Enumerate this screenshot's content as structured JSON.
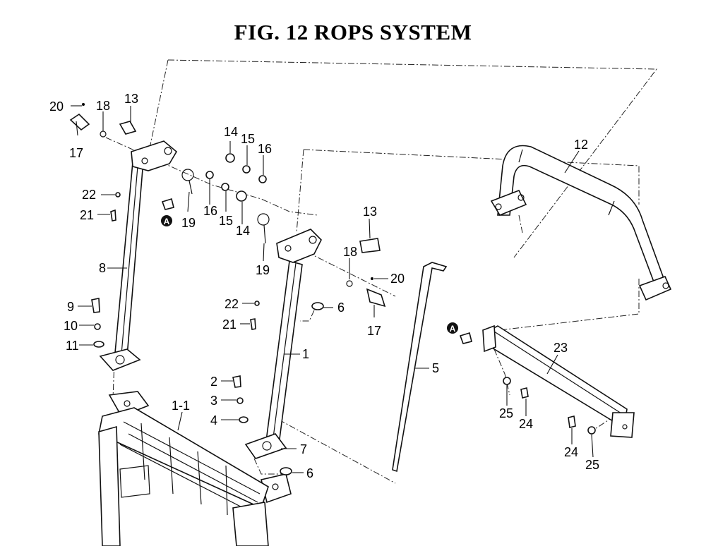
{
  "title": "FIG. 12  ROPS SYSTEM",
  "callouts": {
    "c20a": "20",
    "c18a": "18",
    "c13a": "13",
    "c17a": "17",
    "c14a": "14",
    "c15a": "15",
    "c16a": "16",
    "c12": "12",
    "c22a": "22",
    "c21a": "21",
    "c19a": "19",
    "c16b": "16",
    "c15b": "15",
    "c14b": "14",
    "c13b": "13",
    "c18b": "18",
    "c20b": "20",
    "c17b": "17",
    "c19b": "19",
    "c8": "8",
    "c9": "9",
    "c10": "10",
    "c11": "11",
    "c22b": "22",
    "c21b": "21",
    "c6a": "6",
    "c1": "1",
    "c5": "5",
    "c23": "23",
    "c2": "2",
    "c3": "3",
    "c4": "4",
    "c11_1": "1-1",
    "c25a": "25",
    "c24a": "24",
    "c24b": "24",
    "c25b": "25",
    "c7": "7",
    "c6b": "6",
    "markA1": "A",
    "markA2": "A"
  }
}
